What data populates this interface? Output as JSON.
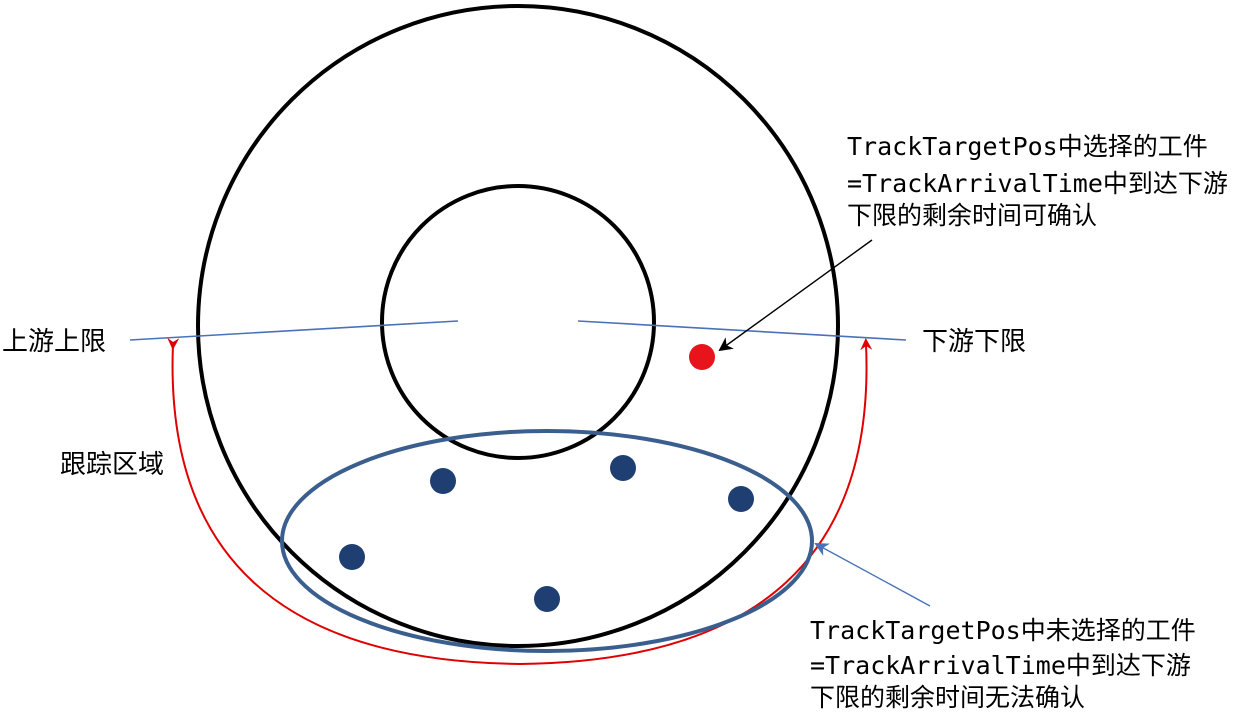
{
  "labels": {
    "upstream_limit": "上游上限",
    "downstream_limit": "下游下限",
    "tracking_area": "跟踪区域",
    "selected_note": {
      "line1": "TrackTargetPos中选择的工件",
      "line2": "=TrackArrivalTime中到达下游",
      "line3": "下限的剩余时间可确认"
    },
    "unselected_note": {
      "line1": "TrackTargetPos中未选择的工件",
      "line2": "=TrackArrivalTime中到达下游",
      "line3": "下限的剩余时间无法确认"
    }
  },
  "colors": {
    "circle_stroke": "#000000",
    "limit_line": "#4a72b8",
    "tracking_arc": "#e00000",
    "selected_workpiece": "#e8141c",
    "unselected_workpiece": "#1f3f73",
    "unselected_ellipse": "#3a5f8f",
    "unselected_pointer": "#4a72b8"
  },
  "workpieces": {
    "selected_count": 1,
    "unselected_count": 5
  }
}
